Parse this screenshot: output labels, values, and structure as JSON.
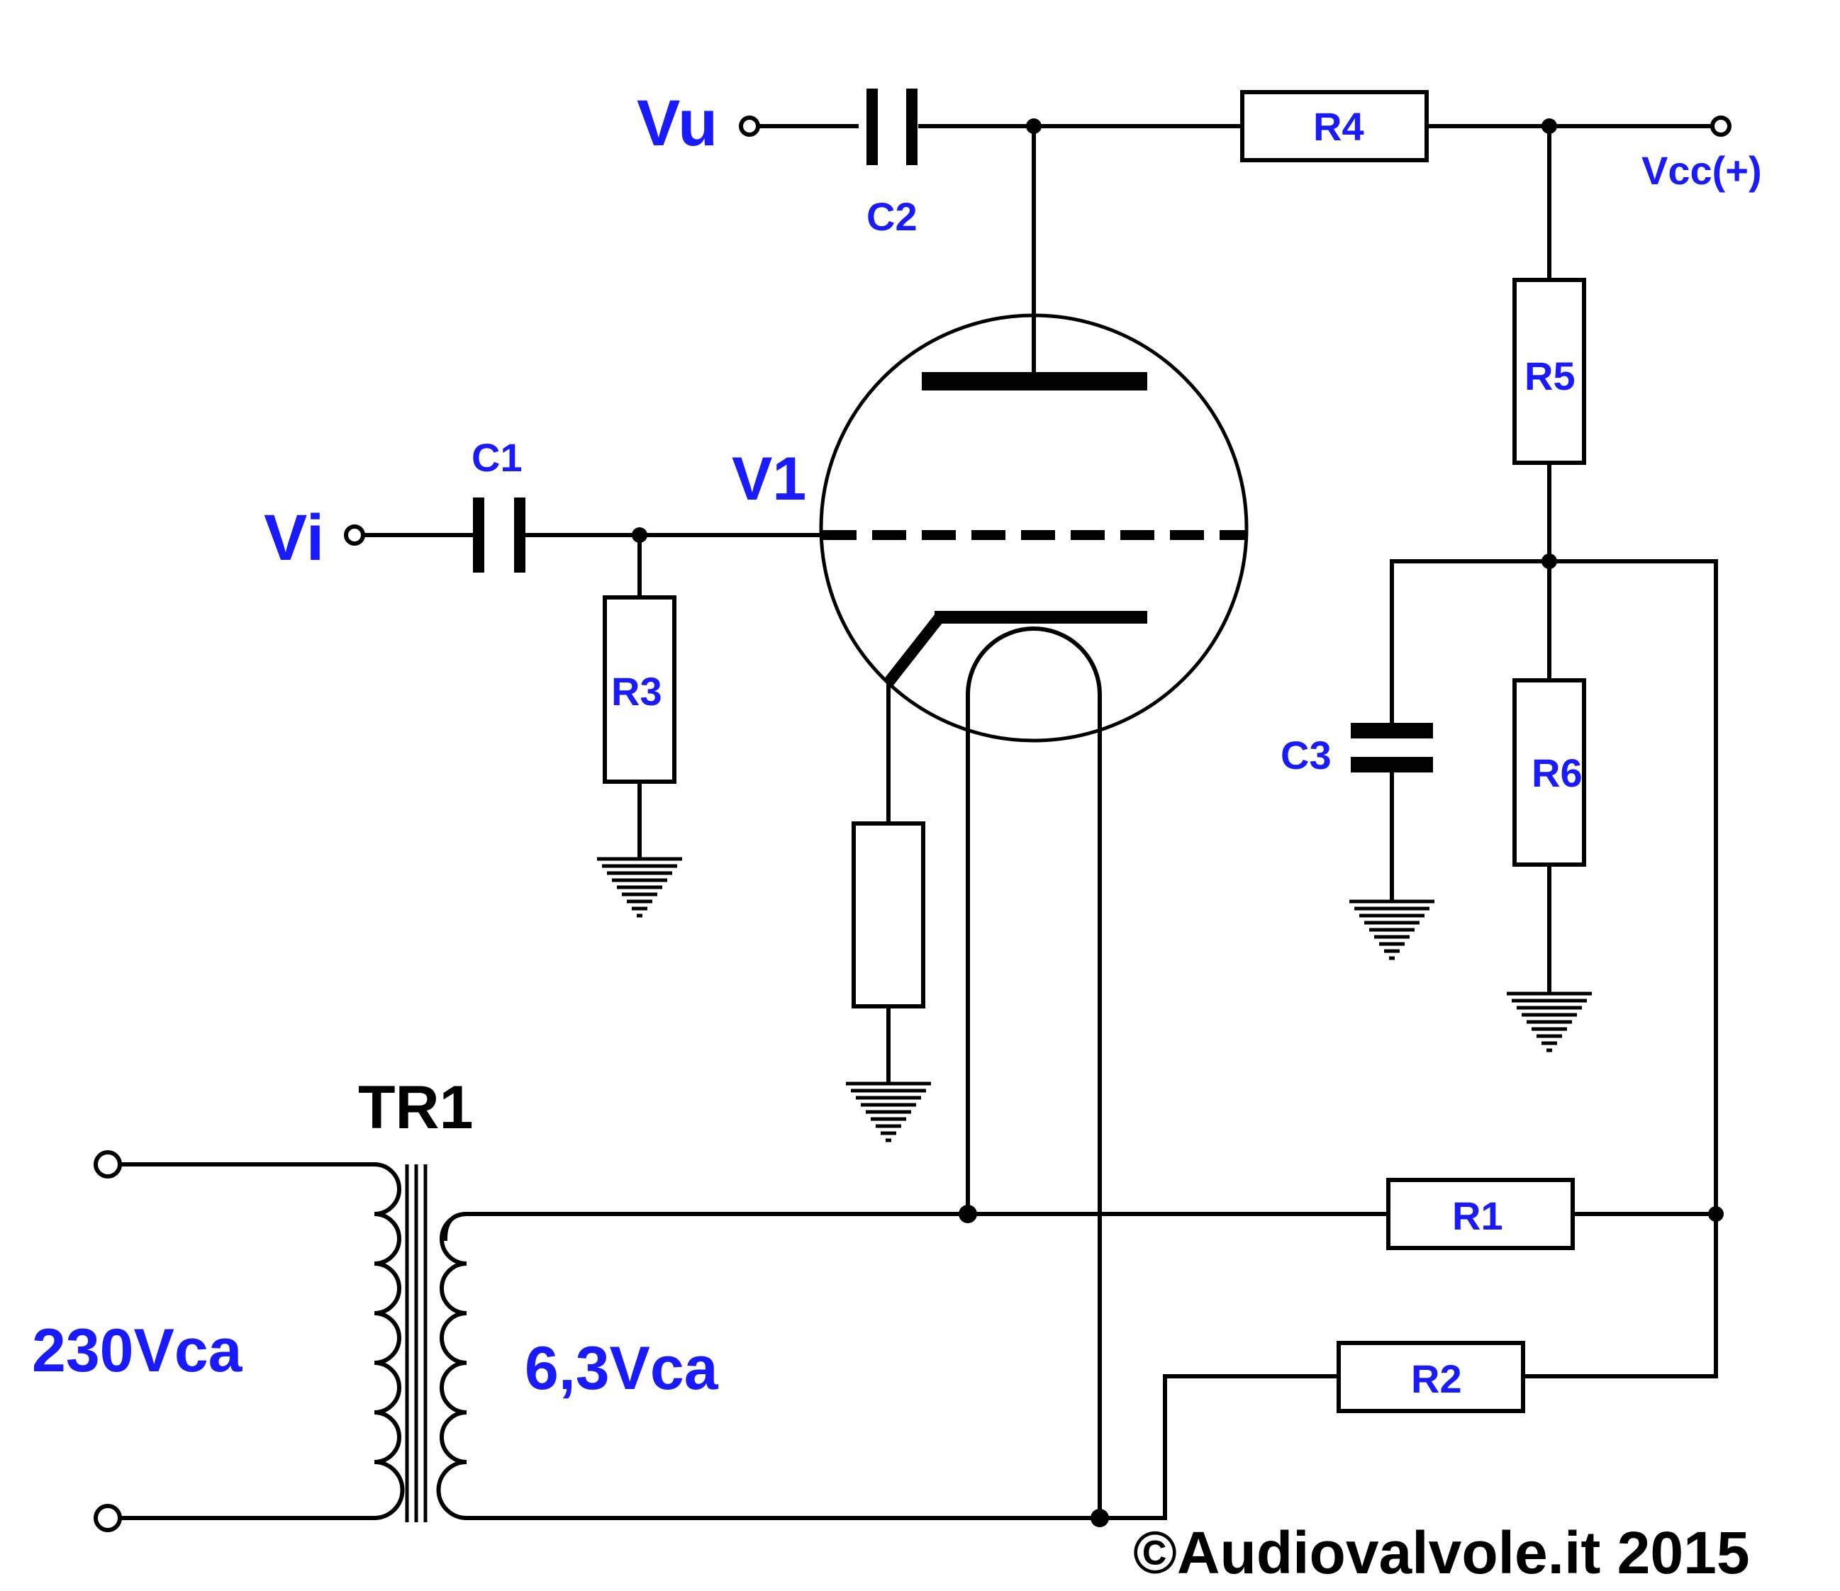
{
  "labels": {
    "vu": "Vu",
    "vi": "Vi",
    "vcc": "Vcc(+)",
    "v1": "V1",
    "c1": "C1",
    "c2": "C2",
    "c3": "C3",
    "r1": "R1",
    "r2": "R2",
    "r3": "R3",
    "r4": "R4",
    "r5": "R5",
    "r6": "R6",
    "tr1": "TR1",
    "primary_voltage": "230Vca",
    "secondary_voltage": "6,3Vca",
    "copyright": "©Audiovalvole.it 2015"
  },
  "colors": {
    "label_blue": "#1a1aff",
    "wire": "#000000",
    "background": "#ffffff"
  }
}
